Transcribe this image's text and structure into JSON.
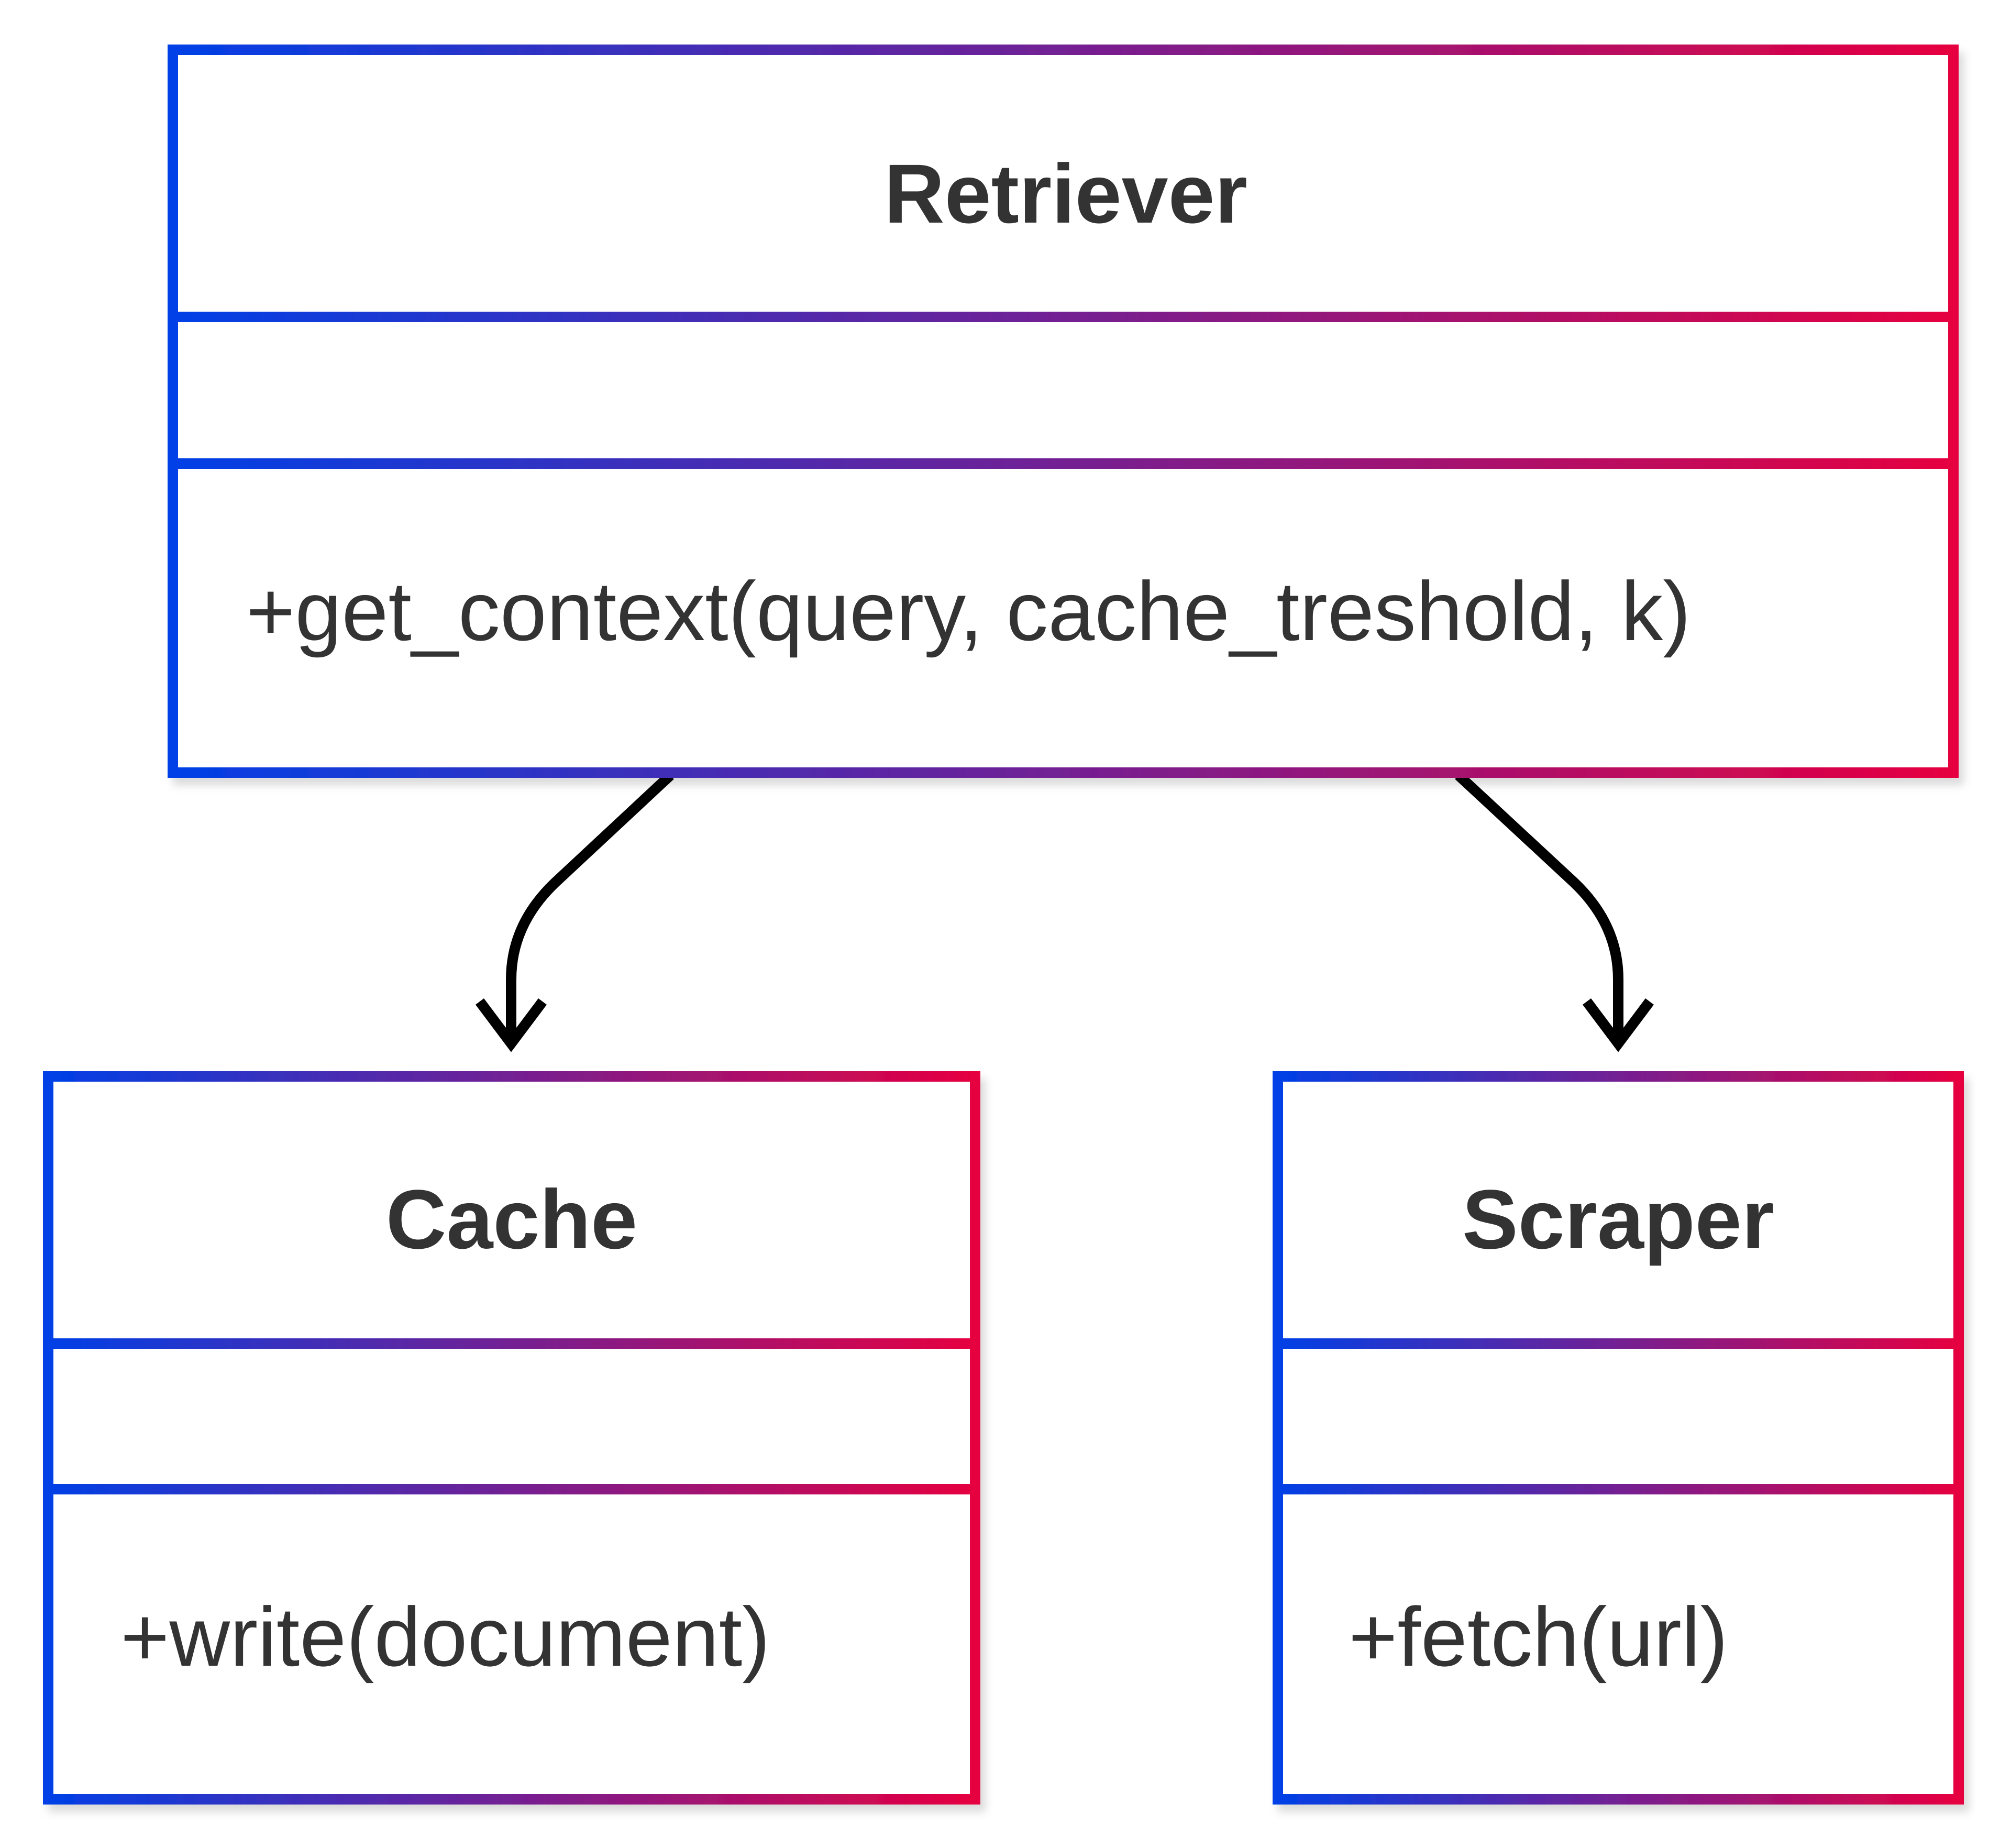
{
  "diagram": {
    "type": "uml-class-diagram",
    "colors": {
      "border_gradient_start": "#0040e6",
      "border_gradient_end": "#e60040",
      "text": "#333333",
      "edge": "#000000",
      "background": "#ffffff"
    },
    "classes": {
      "retriever": {
        "name": "Retriever",
        "attributes": [],
        "methods": [
          "+get_context(query, cache_treshold, k)"
        ]
      },
      "cache": {
        "name": "Cache",
        "attributes": [],
        "methods": [
          "+write(document)"
        ]
      },
      "scraper": {
        "name": "Scraper",
        "attributes": [],
        "methods": [
          "+fetch(url)"
        ]
      }
    },
    "relations": [
      {
        "from": "Retriever",
        "to": "Cache",
        "kind": "association",
        "arrow": "open"
      },
      {
        "from": "Retriever",
        "to": "Scraper",
        "kind": "association",
        "arrow": "open"
      }
    ]
  }
}
